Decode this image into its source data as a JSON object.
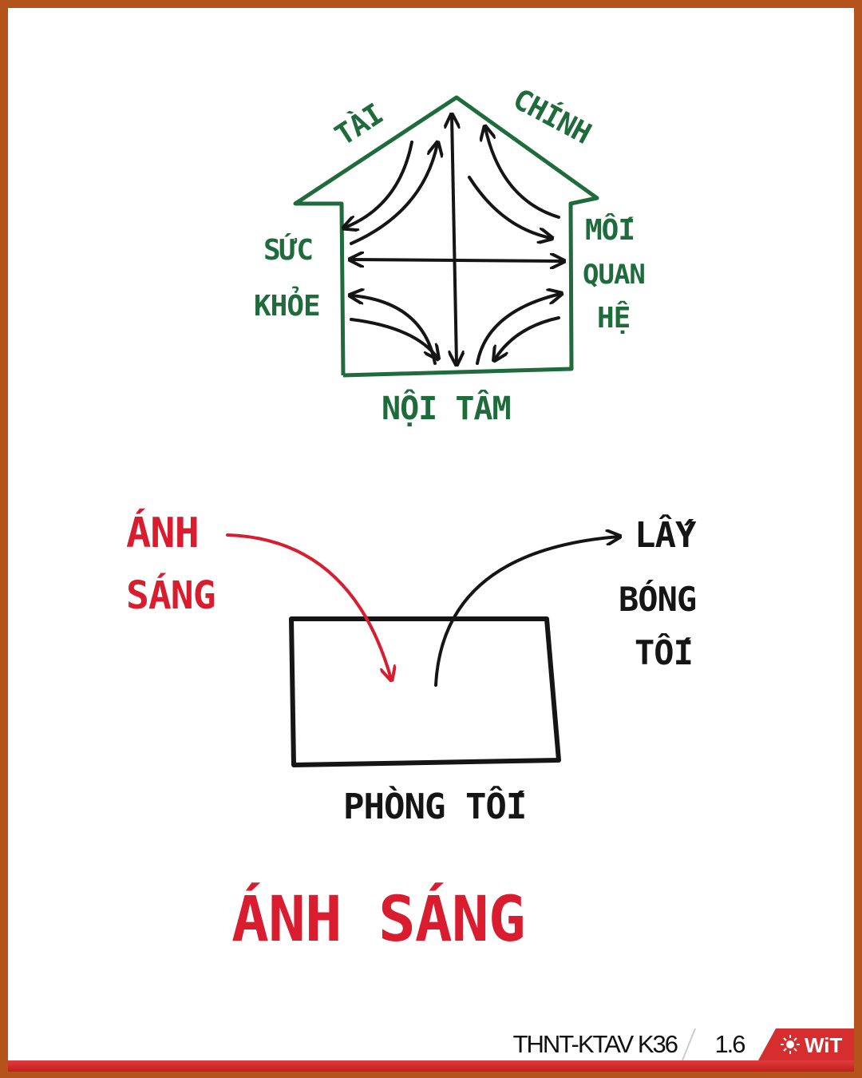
{
  "house": {
    "top_left_label": "TÀI",
    "top_right_label": "CHÍNH",
    "left_label_line1": "SỨC",
    "left_label_line2": "KHỎE",
    "right_label_line1": "MỐI",
    "right_label_line2": "QUAN",
    "right_label_line3": "HỆ",
    "bottom_label": "NỘI TÂM"
  },
  "room": {
    "light_label_line1": "ÁNH",
    "light_label_line2": "SÁNG",
    "shadow_label_line1": "LẤY",
    "shadow_label_line2": "BÓNG",
    "shadow_label_line3": "TỐI",
    "room_label": "PHÒNG TỐI"
  },
  "headline": "ÁNH SÁNG",
  "footer": {
    "course_code": "THNT-KTAV K36",
    "page_number": "1.6",
    "logo_text": "WiT"
  },
  "colors": {
    "frame": "#b5531c",
    "house_green": "#1f6b3c",
    "red": "#d91c2e",
    "ink": "#151515"
  }
}
